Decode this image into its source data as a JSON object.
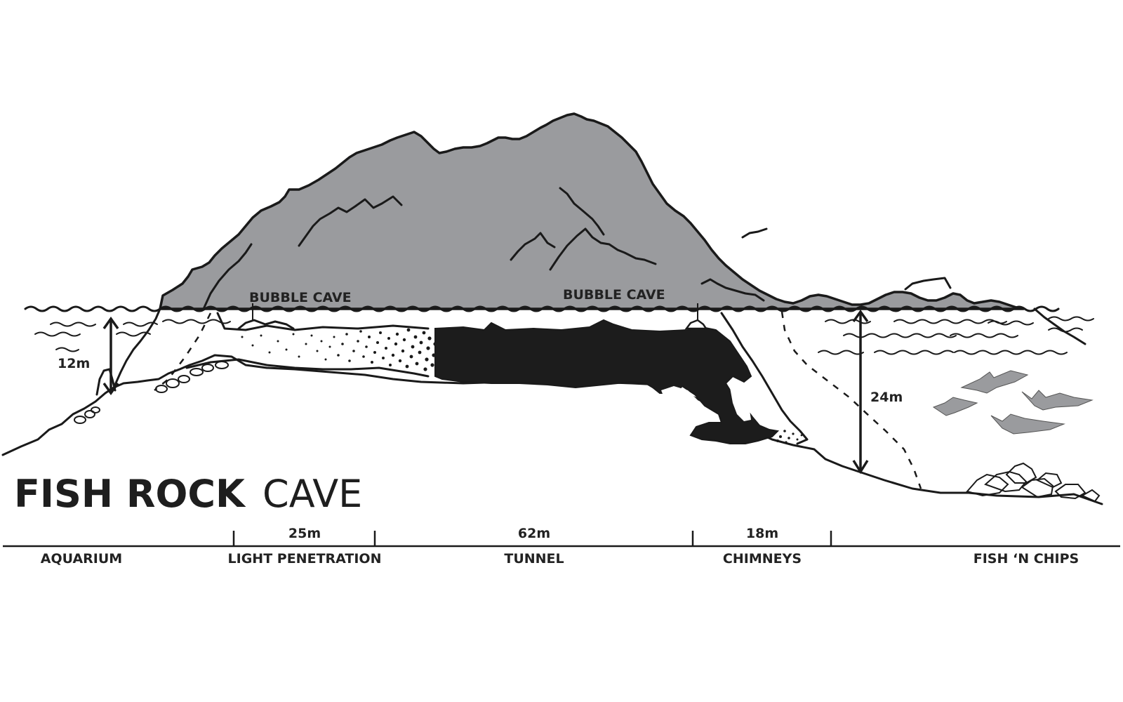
{
  "title": {
    "bold": "FISH ROCK",
    "light": "CAVE"
  },
  "island": {
    "fill_color": "#9a9b9e",
    "bubble_caves": [
      {
        "label": "BUBBLE CAVE"
      },
      {
        "label": "BUBBLE CAVE"
      }
    ]
  },
  "depths": {
    "left": "12m",
    "right": "24m"
  },
  "scale_bar": {
    "segments": [
      {
        "length": "25m"
      },
      {
        "length": "62m"
      },
      {
        "length": "18m"
      }
    ],
    "zones": [
      {
        "label": "AQUARIUM"
      },
      {
        "label": "LIGHT PENETRATION"
      },
      {
        "label": "TUNNEL"
      },
      {
        "label": "CHIMNEYS"
      },
      {
        "label": "FISH ‘N CHIPS"
      }
    ]
  },
  "colors": {
    "rock": "#9a9b9e",
    "cave_dark": "#1c1c1c",
    "fish": "#9a9b9e",
    "line": "#1a1a1a",
    "background": "#ffffff"
  }
}
